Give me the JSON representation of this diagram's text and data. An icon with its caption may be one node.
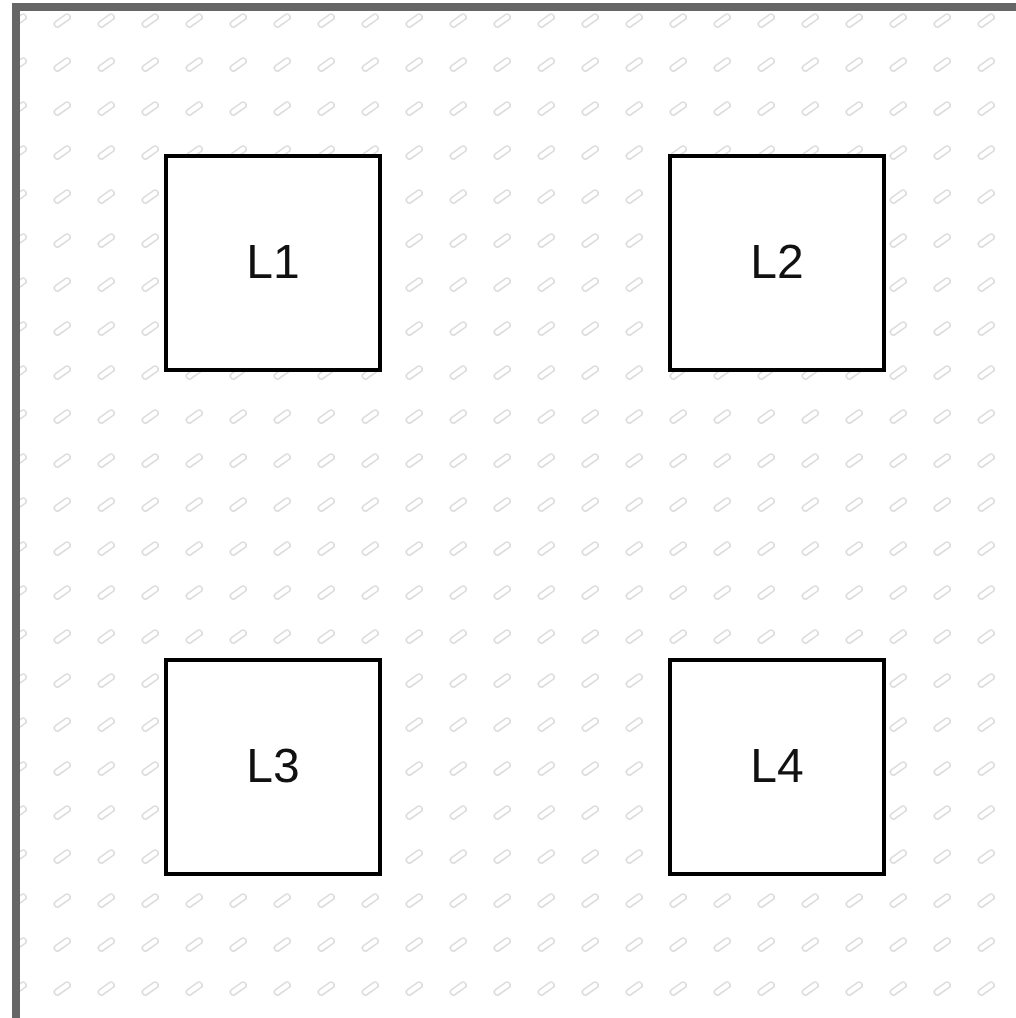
{
  "diagram": {
    "nodes": [
      {
        "text": [
          "L1"
        ]
      },
      {
        "text": [
          "L2"
        ]
      },
      {
        "text": [
          "L3"
        ]
      },
      {
        "text": [
          "L4"
        ]
      }
    ]
  }
}
